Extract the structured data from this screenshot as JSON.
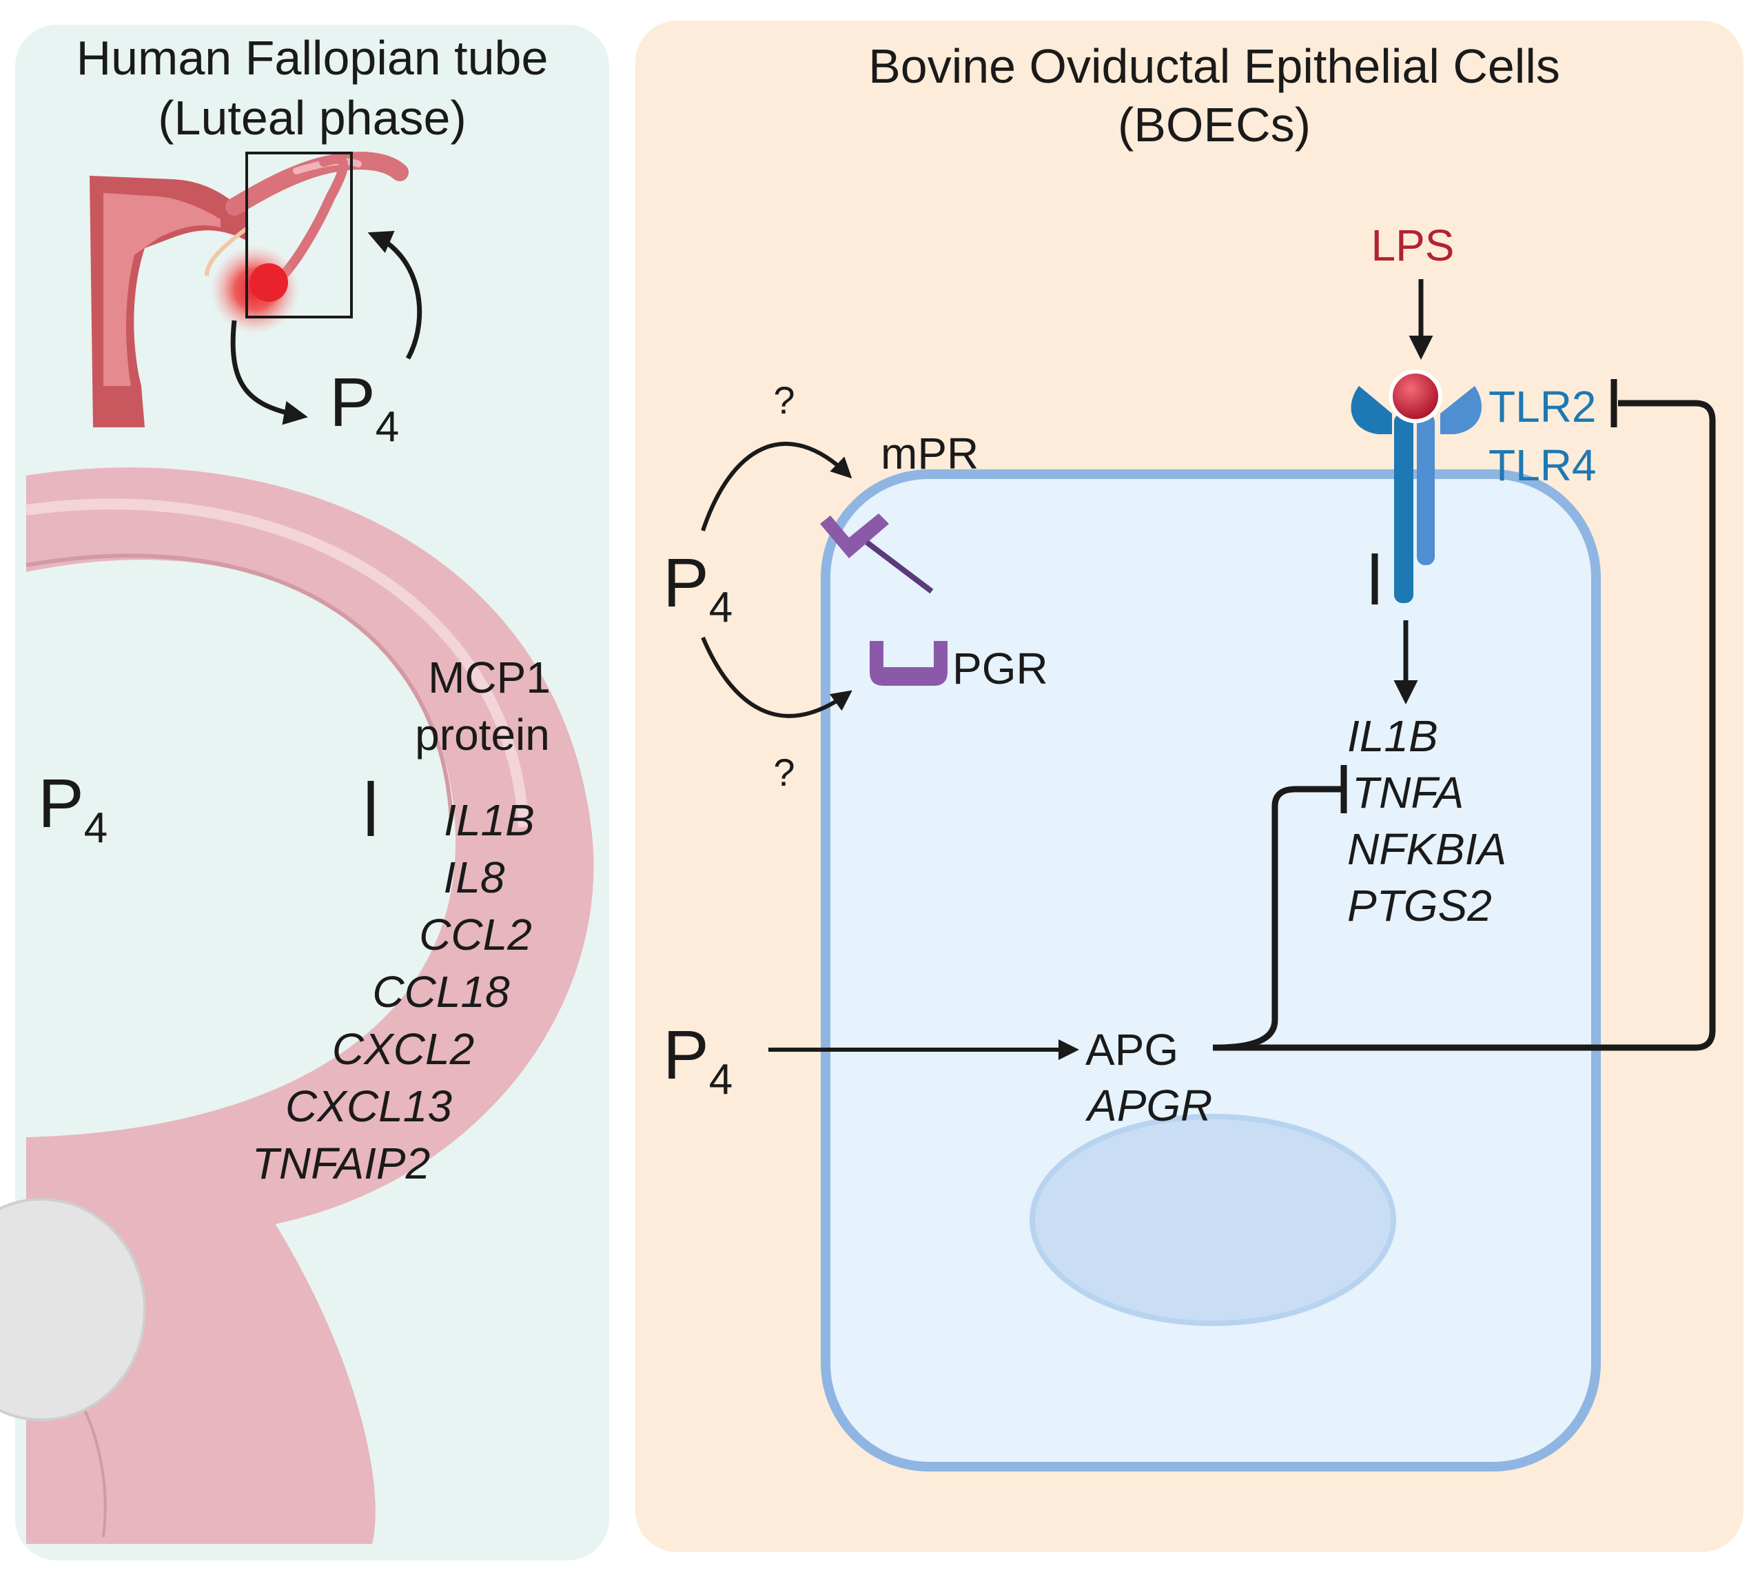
{
  "colors": {
    "left_panel_bg": "#e8f4f1",
    "right_panel_bg": "#fdecd9",
    "tube_pink": "#e7b6be",
    "cell_fill": "#e6f2fc",
    "cell_border": "#8fb5e2",
    "nucleus": "#c9def5",
    "receptor_purple": "#8a5aa8",
    "tlr_blue": "#1e78b4",
    "lps_red": "#b22230",
    "tlr_label_blue": "#1e78b4"
  },
  "left_panel": {
    "title_line1": "Human Fallopian tube",
    "title_line2": "(Luteal phase)",
    "p4_main": "P",
    "p4_sub": "4",
    "p4_inhibit_main": "P",
    "p4_inhibit_sub": "4",
    "mcp1_line1": "MCP1",
    "mcp1_line2": "protein",
    "genes": [
      "IL1B",
      "IL8",
      "CCL2",
      "CCL18",
      "CXCL2",
      "CXCL13",
      "TNFAIP2"
    ]
  },
  "right_panel": {
    "title_line1": "Bovine Oviductal Epithelial Cells",
    "title_line2": "(BOECs)",
    "lps": "LPS",
    "tlr2": "TLR2",
    "tlr4": "TLR4",
    "mpr": "mPR",
    "pgr": "PGR",
    "question_top": "?",
    "question_bottom": "?",
    "p4_receptor_main": "P",
    "p4_receptor_sub": "4",
    "p4_apg_main": "P",
    "p4_apg_sub": "4",
    "apg": "APG",
    "apgr": "APGR",
    "genes": [
      "IL1B",
      "TNFA",
      "NFKBIA",
      "PTGS2"
    ]
  }
}
